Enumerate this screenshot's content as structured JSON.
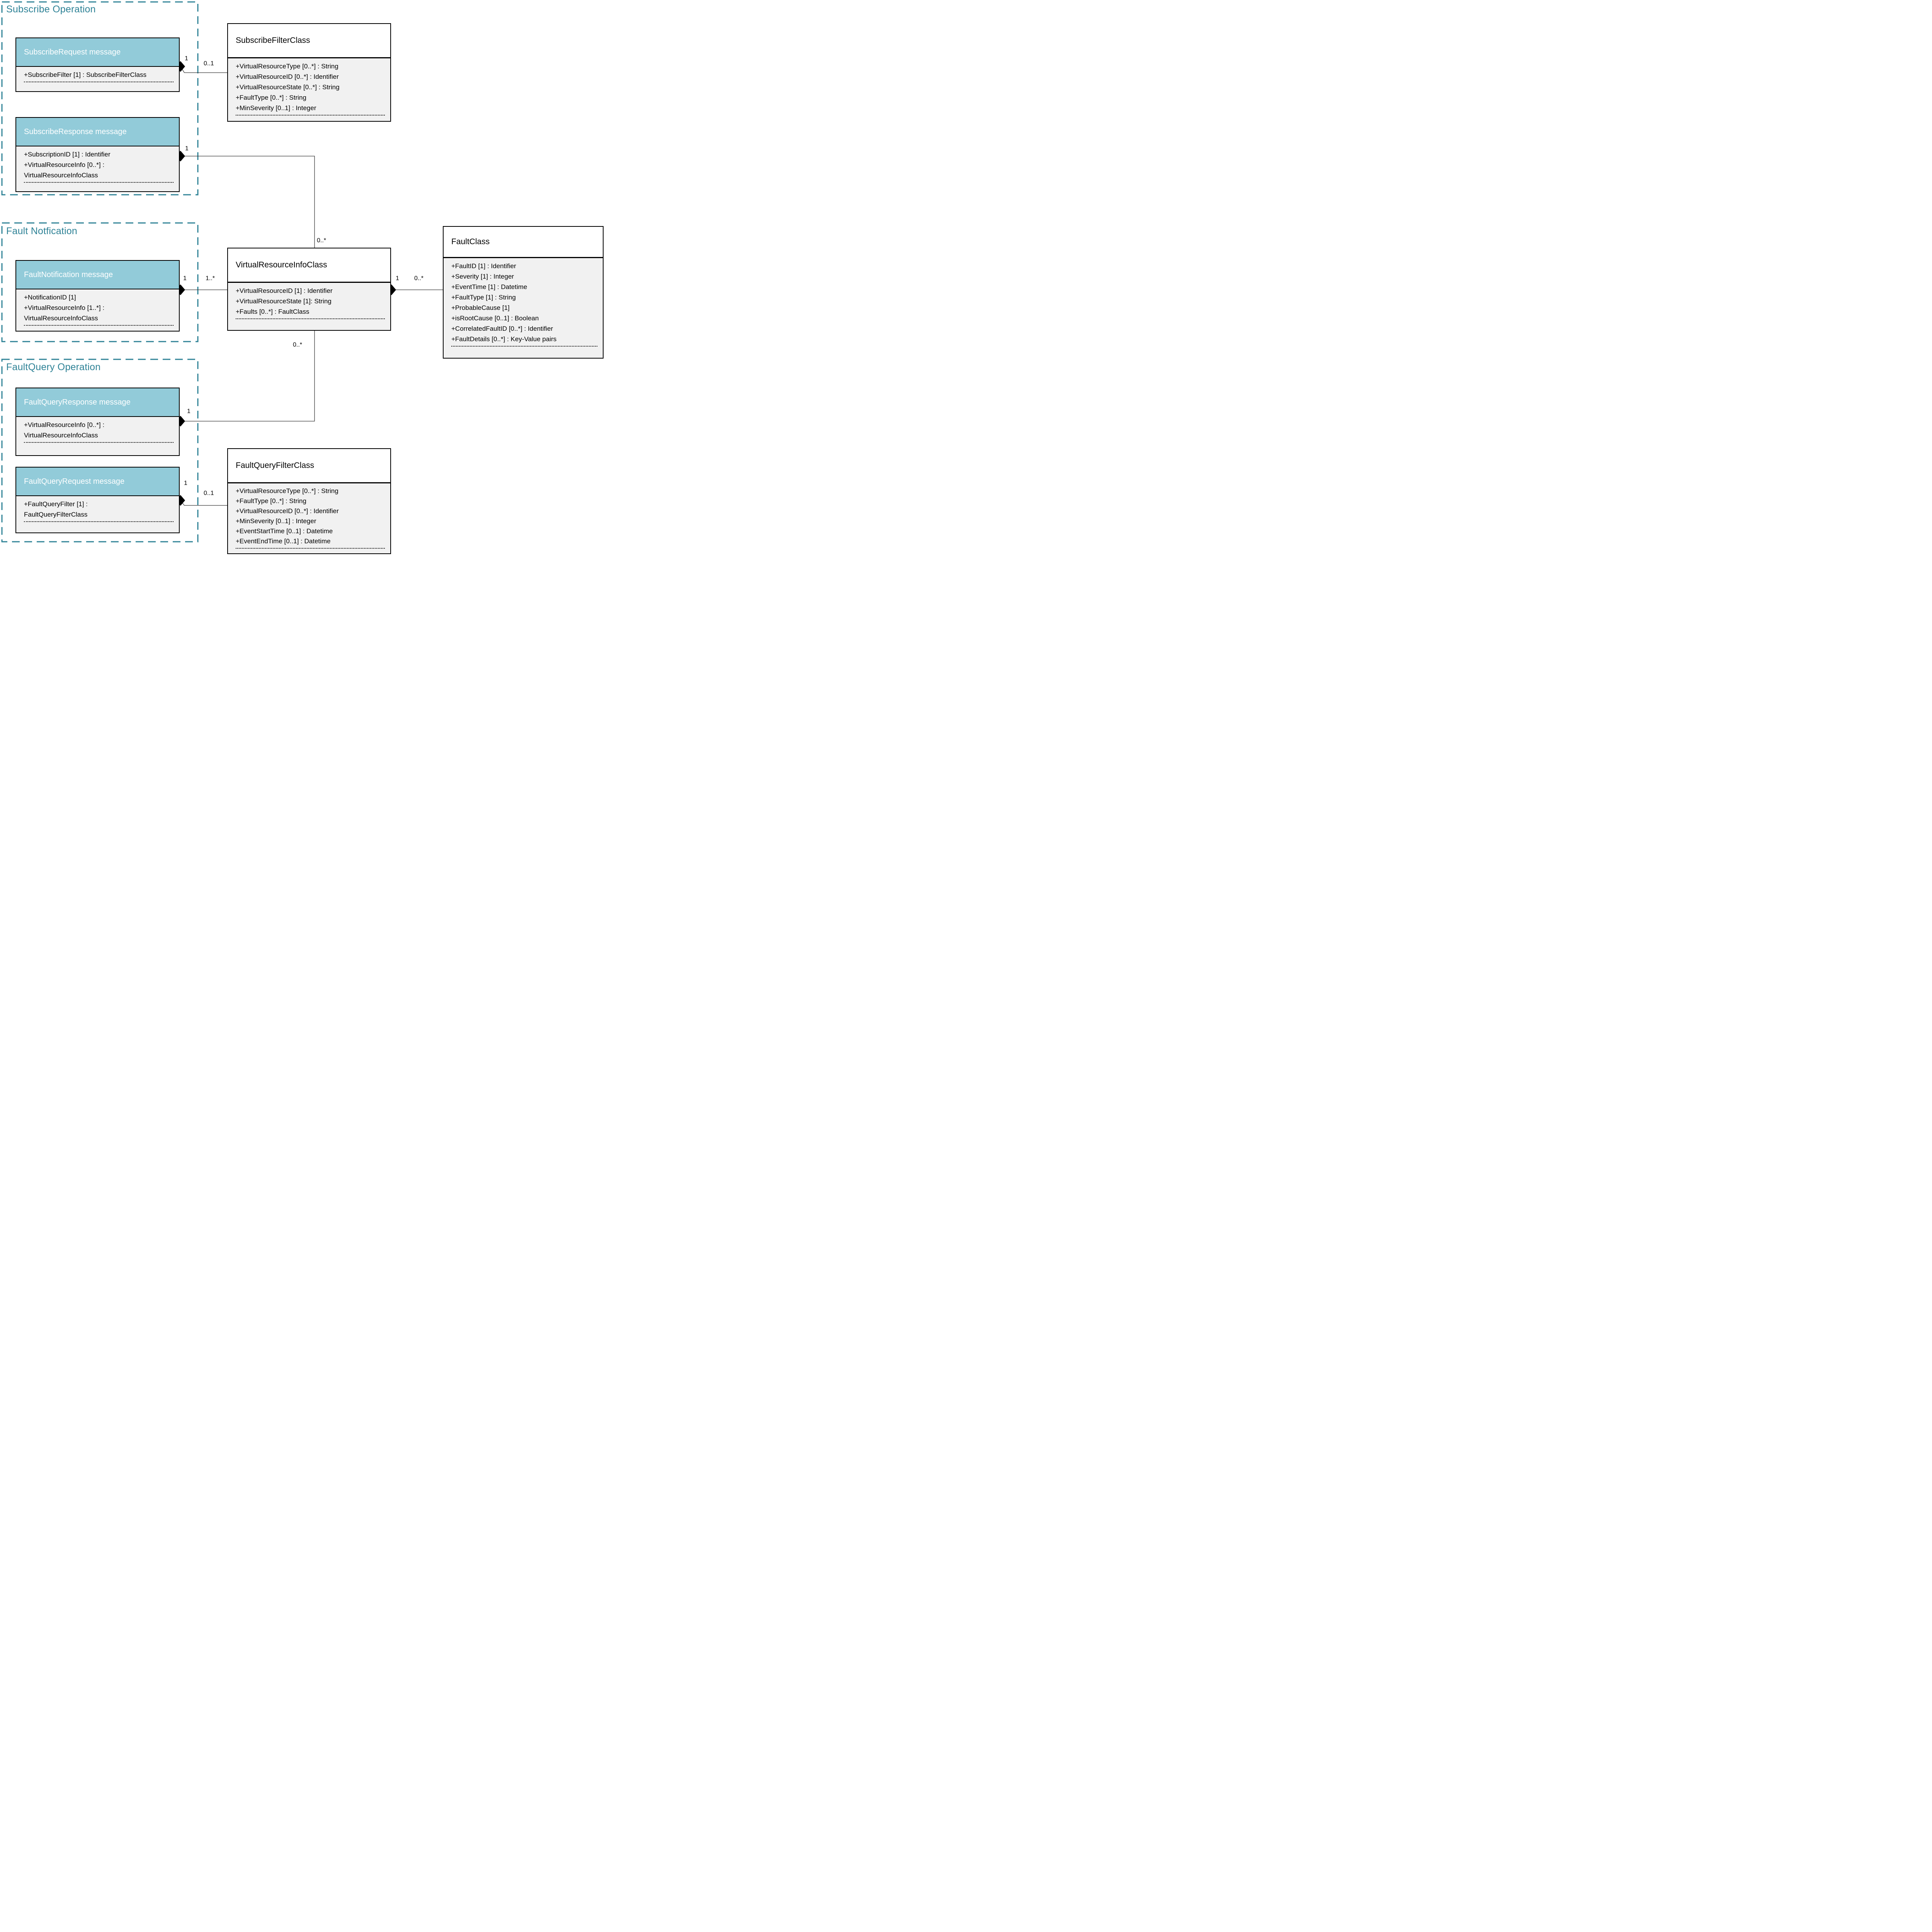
{
  "colors": {
    "header_fill": "#92cbd9",
    "body_fill": "#f1f1f1",
    "group_border": "#2e8296",
    "box_border": "#000000"
  },
  "groups": {
    "subscribe": {
      "title": "Subscribe Operation"
    },
    "fault_notification": {
      "title": "Fault Notfication"
    },
    "fault_query": {
      "title": "FaultQuery Operation"
    }
  },
  "message_boxes": {
    "subscribe_request": {
      "title": "SubscribeRequest message",
      "attributes": [
        "+SubscribeFilter [1] : SubscribeFilterClass"
      ]
    },
    "subscribe_response": {
      "title": "SubscribeResponse message",
      "attributes": [
        "+SubscriptionID [1] : Identifier",
        "+VirtualResourceInfo [0..*] :",
        "VirtualResourceInfoClass"
      ]
    },
    "fault_notification_message": {
      "title": "FaultNotification message",
      "attributes": [
        "+NotificationID [1]",
        "+VirtualResourceInfo [1..*] :",
        "VirtualResourceInfoClass"
      ]
    },
    "fault_query_response": {
      "title": "FaultQueryResponse message",
      "attributes": [
        "+VirtualResourceInfo [0..*] :",
        "VirtualResourceInfoClass"
      ]
    },
    "fault_query_request": {
      "title": "FaultQueryRequest message",
      "attributes": [
        "+FaultQueryFilter [1] :",
        "FaultQueryFilterClass"
      ]
    }
  },
  "classes": {
    "subscribe_filter_class": {
      "title": "SubscribeFilterClass",
      "attributes": [
        "+VirtualResourceType [0..*] : String",
        "+VirtualResourceID [0..*] : Identifier",
        "+VirtualResourceState [0..*] : String",
        "+FaultType [0..*] : String",
        "+MinSeverity [0..1] : Integer"
      ]
    },
    "virtual_resource_info_class": {
      "title": "VirtualResourceInfoClass",
      "attributes": [
        "+VirtualResourceID [1] : Identifier",
        "+VirtualResourceState [1]: String",
        "+Faults [0..*] : FaultClass"
      ]
    },
    "fault_class": {
      "title": "FaultClass",
      "attributes": [
        "+FaultID [1] : Identifier",
        "+Severity [1] : Integer",
        "+EventTime [1] : Datetime",
        "+FaultType [1] : String",
        "+ProbableCause [1]",
        "+isRootCause [0..1] : Boolean",
        "+CorrelatedFaultID [0..*] : Identifier",
        "+FaultDetails [0..*] : Key-Value pairs"
      ]
    },
    "fault_query_filter_class": {
      "title": "FaultQueryFilterClass",
      "attributes": [
        "+VirtualResourceType [0..*] : String",
        "+FaultType [0..*] : String",
        "+VirtualResourceID [0..*] : Identifier",
        "+MinSeverity [0..1] : Integer",
        "+EventStartTime [0..1] : Datetime",
        "+EventEndTime [0..1] : Datetime"
      ]
    }
  },
  "connectors": {
    "subscribe_request_to_filter": {
      "source_multiplicity": "1",
      "target_multiplicity": "0..1"
    },
    "subscribe_response_to_vri": {
      "source_multiplicity": "1",
      "target_multiplicity": "0..*"
    },
    "fault_notification_to_vri": {
      "source_multiplicity": "1",
      "target_multiplicity": "1..*"
    },
    "vri_to_fault_class": {
      "source_multiplicity": "1",
      "target_multiplicity": "0..*"
    },
    "fault_query_response_to_vri": {
      "source_multiplicity": "1",
      "target_multiplicity": "0..*"
    },
    "fault_query_request_to_filter": {
      "source_multiplicity": "1",
      "target_multiplicity": "0..1"
    }
  }
}
